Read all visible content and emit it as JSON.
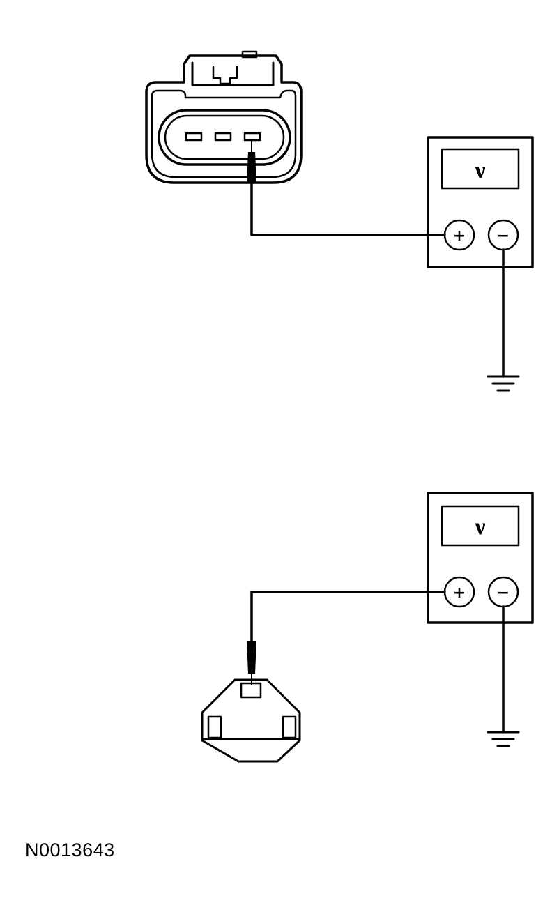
{
  "meter_top": {
    "display": "ν",
    "positive_label": "+",
    "negative_label": "−"
  },
  "meter_bottom": {
    "display": "ν",
    "positive_label": "+",
    "negative_label": "−"
  },
  "figure_id": "N0013643",
  "colors": {
    "line": "#000000",
    "background": "#ffffff"
  }
}
